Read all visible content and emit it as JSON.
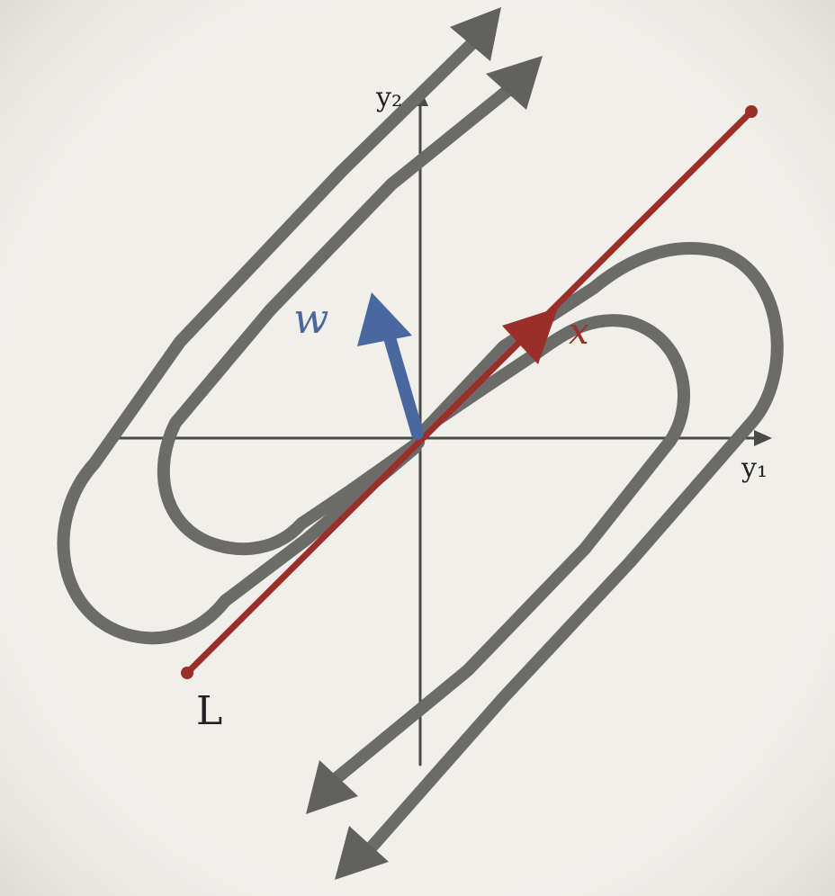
{
  "axes": {
    "x_label": "y₁",
    "y_label": "y₂"
  },
  "vectors": {
    "w_label": "w",
    "x_label": "x"
  },
  "line": {
    "label": "L"
  },
  "colors": {
    "background": "#f1efea",
    "axis": "#4a4a4a",
    "trajectory": "#6b6b69",
    "line_L": "#9b2e28",
    "vector_w": "#4a68a0",
    "vector_x": "#9b2e28",
    "text": "#222222"
  }
}
